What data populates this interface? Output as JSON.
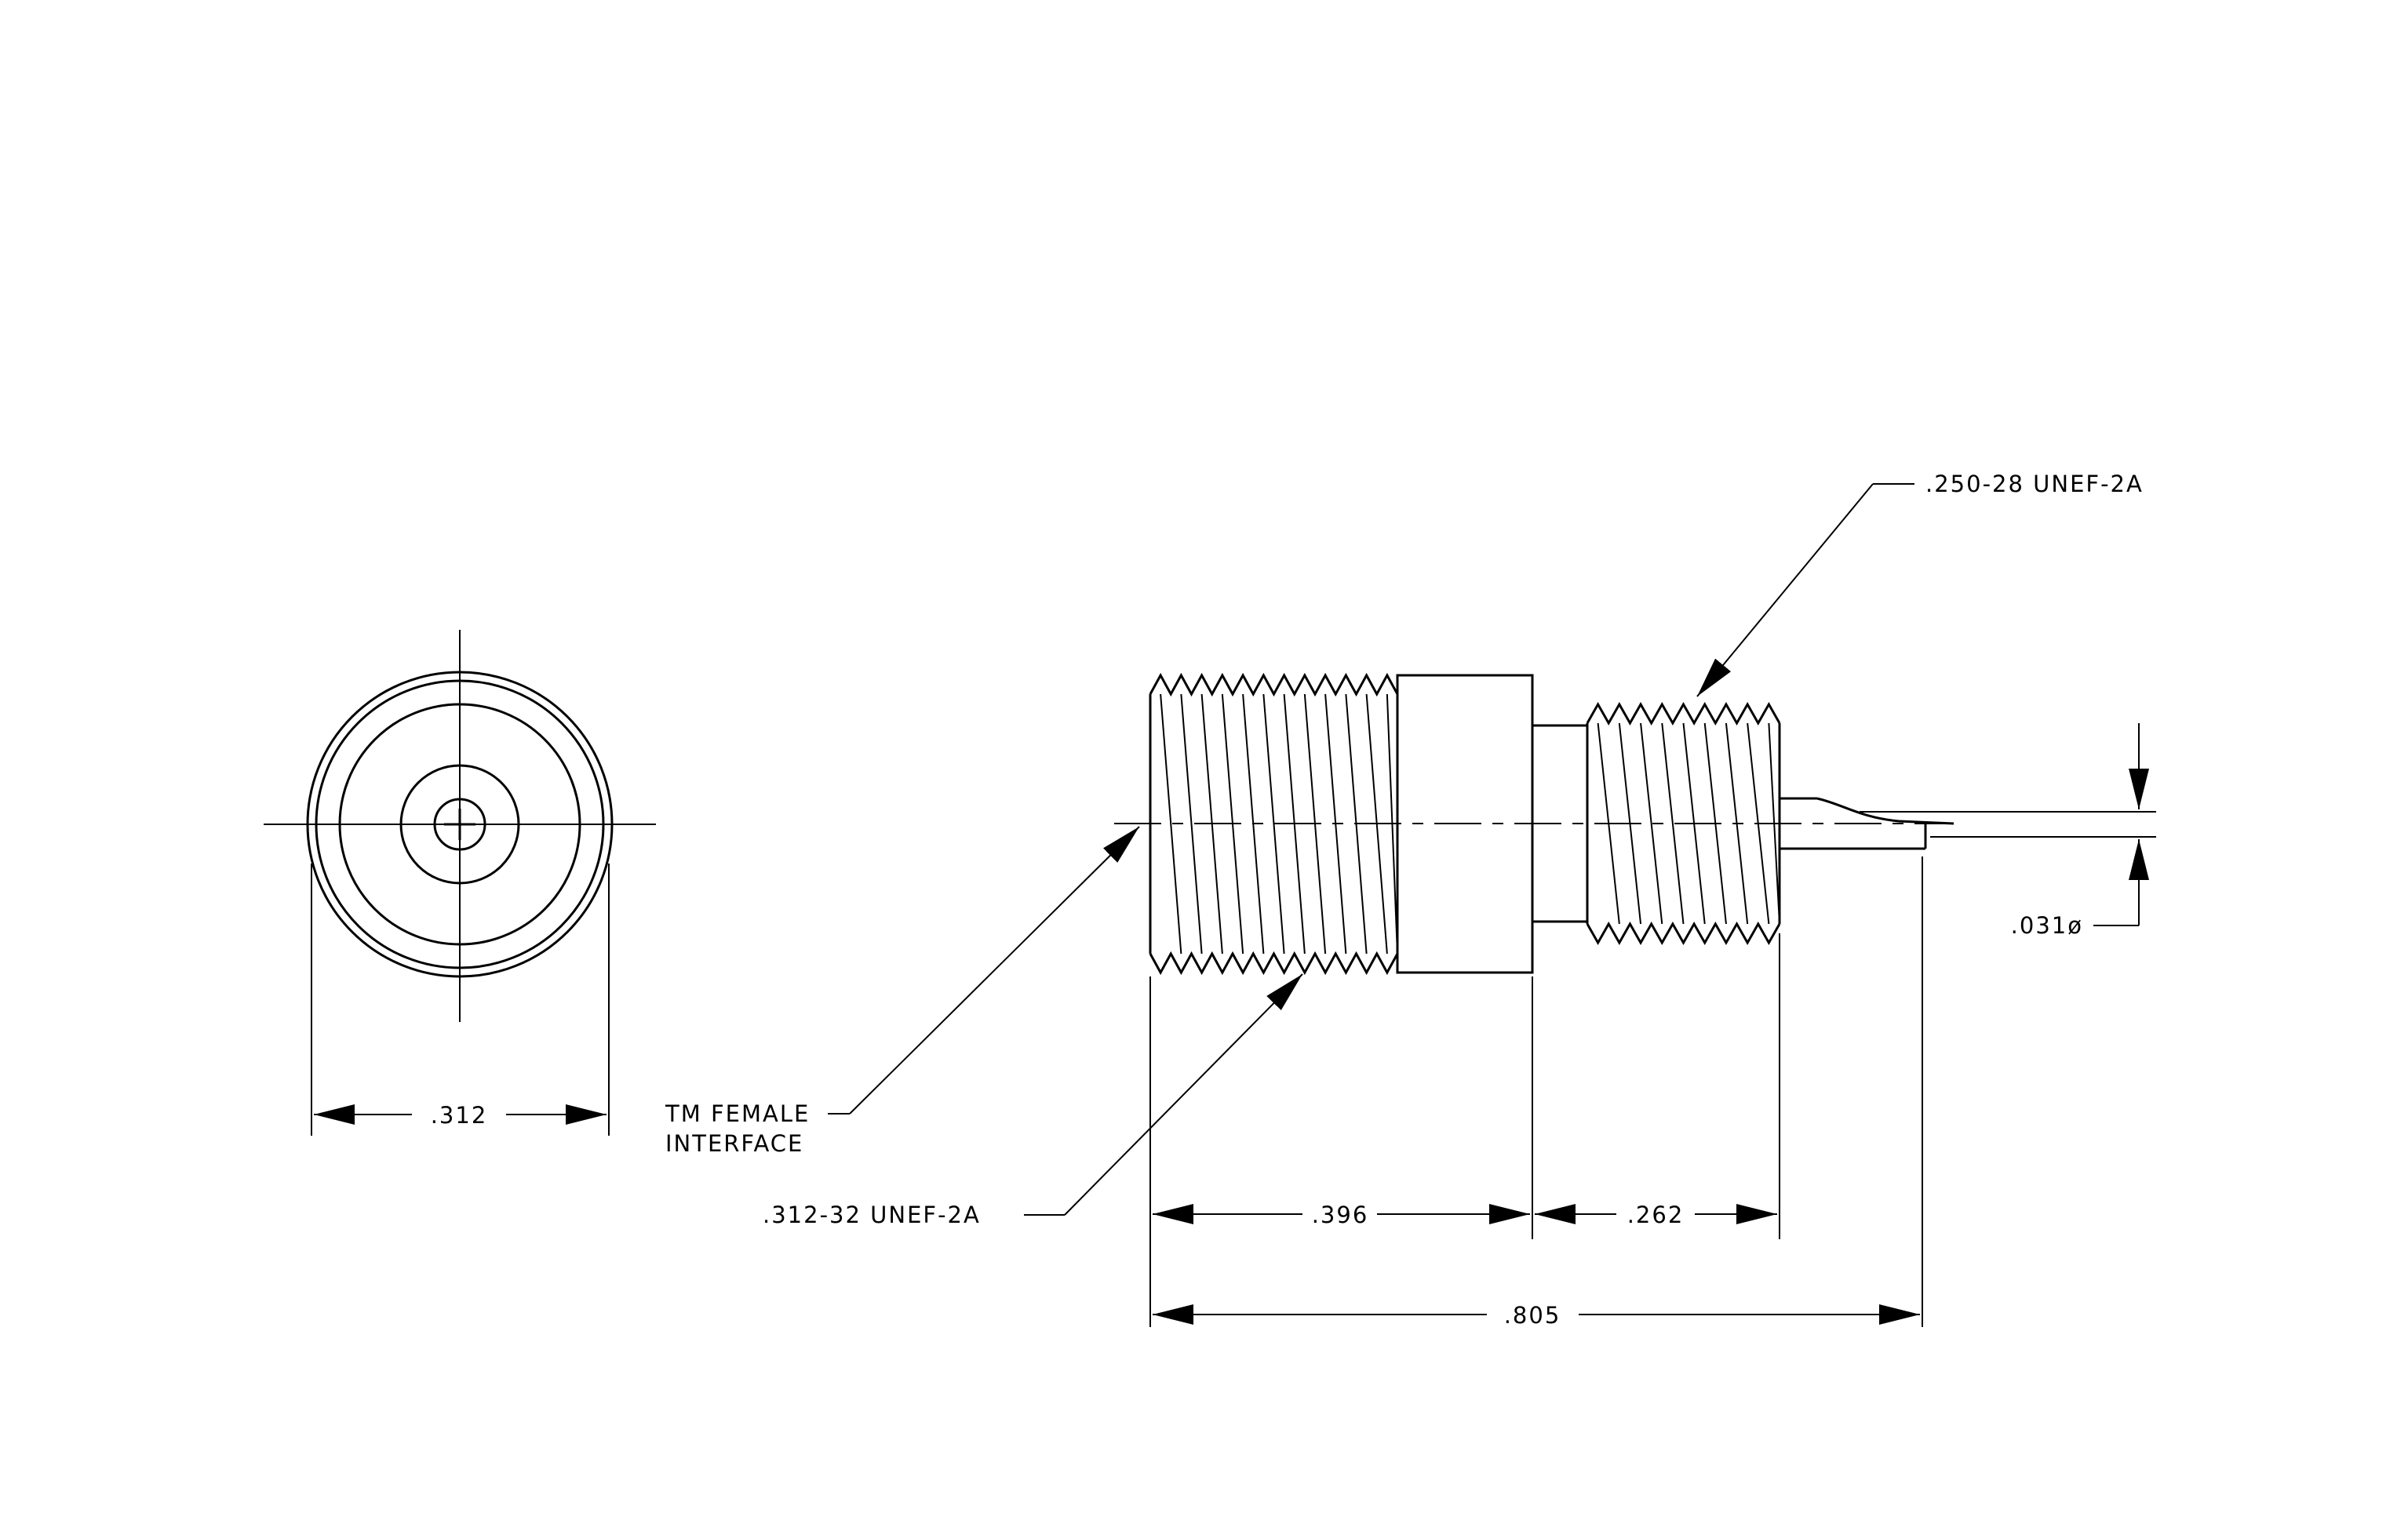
{
  "colors": {
    "line": "#000000",
    "background": "#ffffff"
  },
  "labels": {
    "dim_front_diameter": ".312",
    "dim_body_length": ".396",
    "dim_thread_length": ".262",
    "dim_overall_length": ".805",
    "dim_pin_diameter": ".031ø",
    "callout_large_thread": ".312-32 UNEF-2A",
    "callout_small_thread": ".250-28 UNEF-2A",
    "callout_interface_line1": "TM FEMALE",
    "callout_interface_line2": "INTERFACE"
  }
}
